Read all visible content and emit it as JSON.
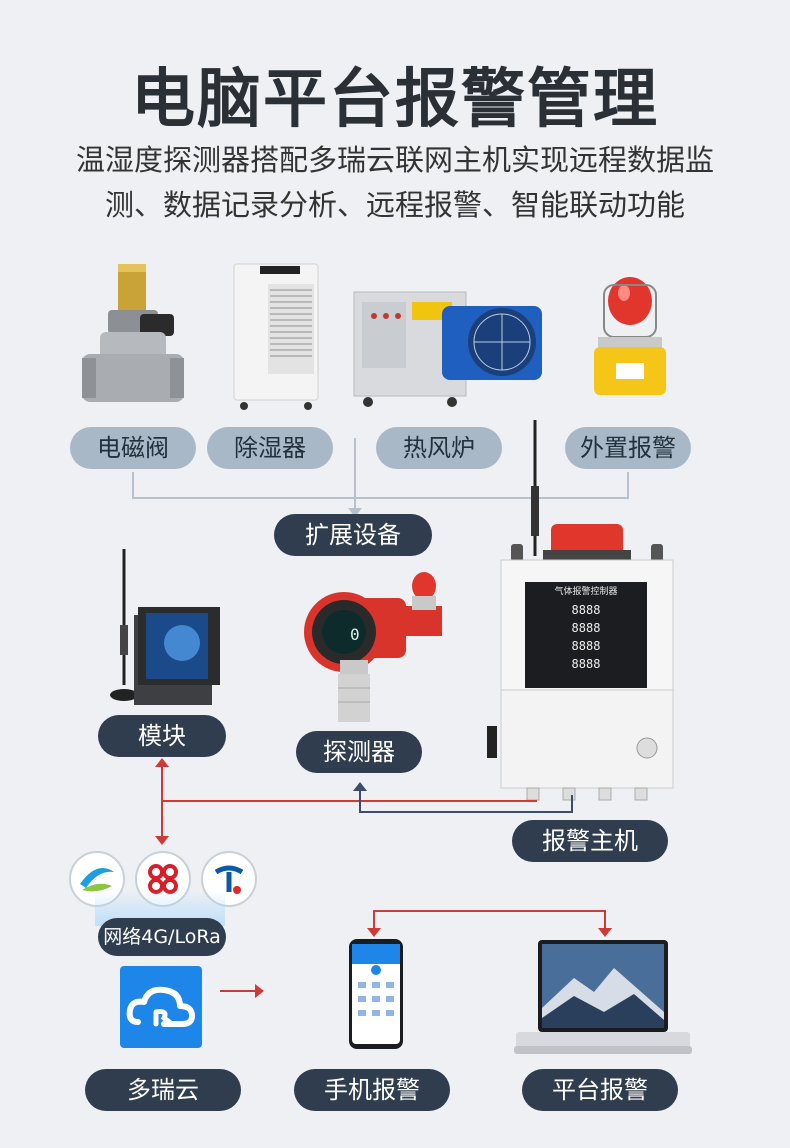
{
  "header": {
    "title": "电脑平台报警管理",
    "subtitle": "温湿度探测器搭配多瑞云联网主机实现远程数据监测、数据记录分析、远程报警、智能联动功能"
  },
  "devices": {
    "solenoid": "电磁阀",
    "dehumidifier": "除湿器",
    "heater": "热风炉",
    "ext_alarm": "外置报警",
    "expansion": "扩展设备"
  },
  "middle": {
    "module": "模块",
    "detector": "探测器",
    "host": "报警主机",
    "detector_reading": "0",
    "host_panel_title": "气体报警控制器",
    "host_digits": [
      "8888",
      "8888",
      "8888",
      "8888"
    ]
  },
  "network": {
    "label": "网络4G/LoRa"
  },
  "bottom": {
    "cloud": "多瑞云",
    "phone": "手机报警",
    "platform": "平台报警"
  },
  "colors": {
    "dark_pill": "#2f3d4e",
    "light_pill": "#a9b8c7",
    "red_line": "#cf3a36",
    "navy_line": "#3b4d6a"
  }
}
